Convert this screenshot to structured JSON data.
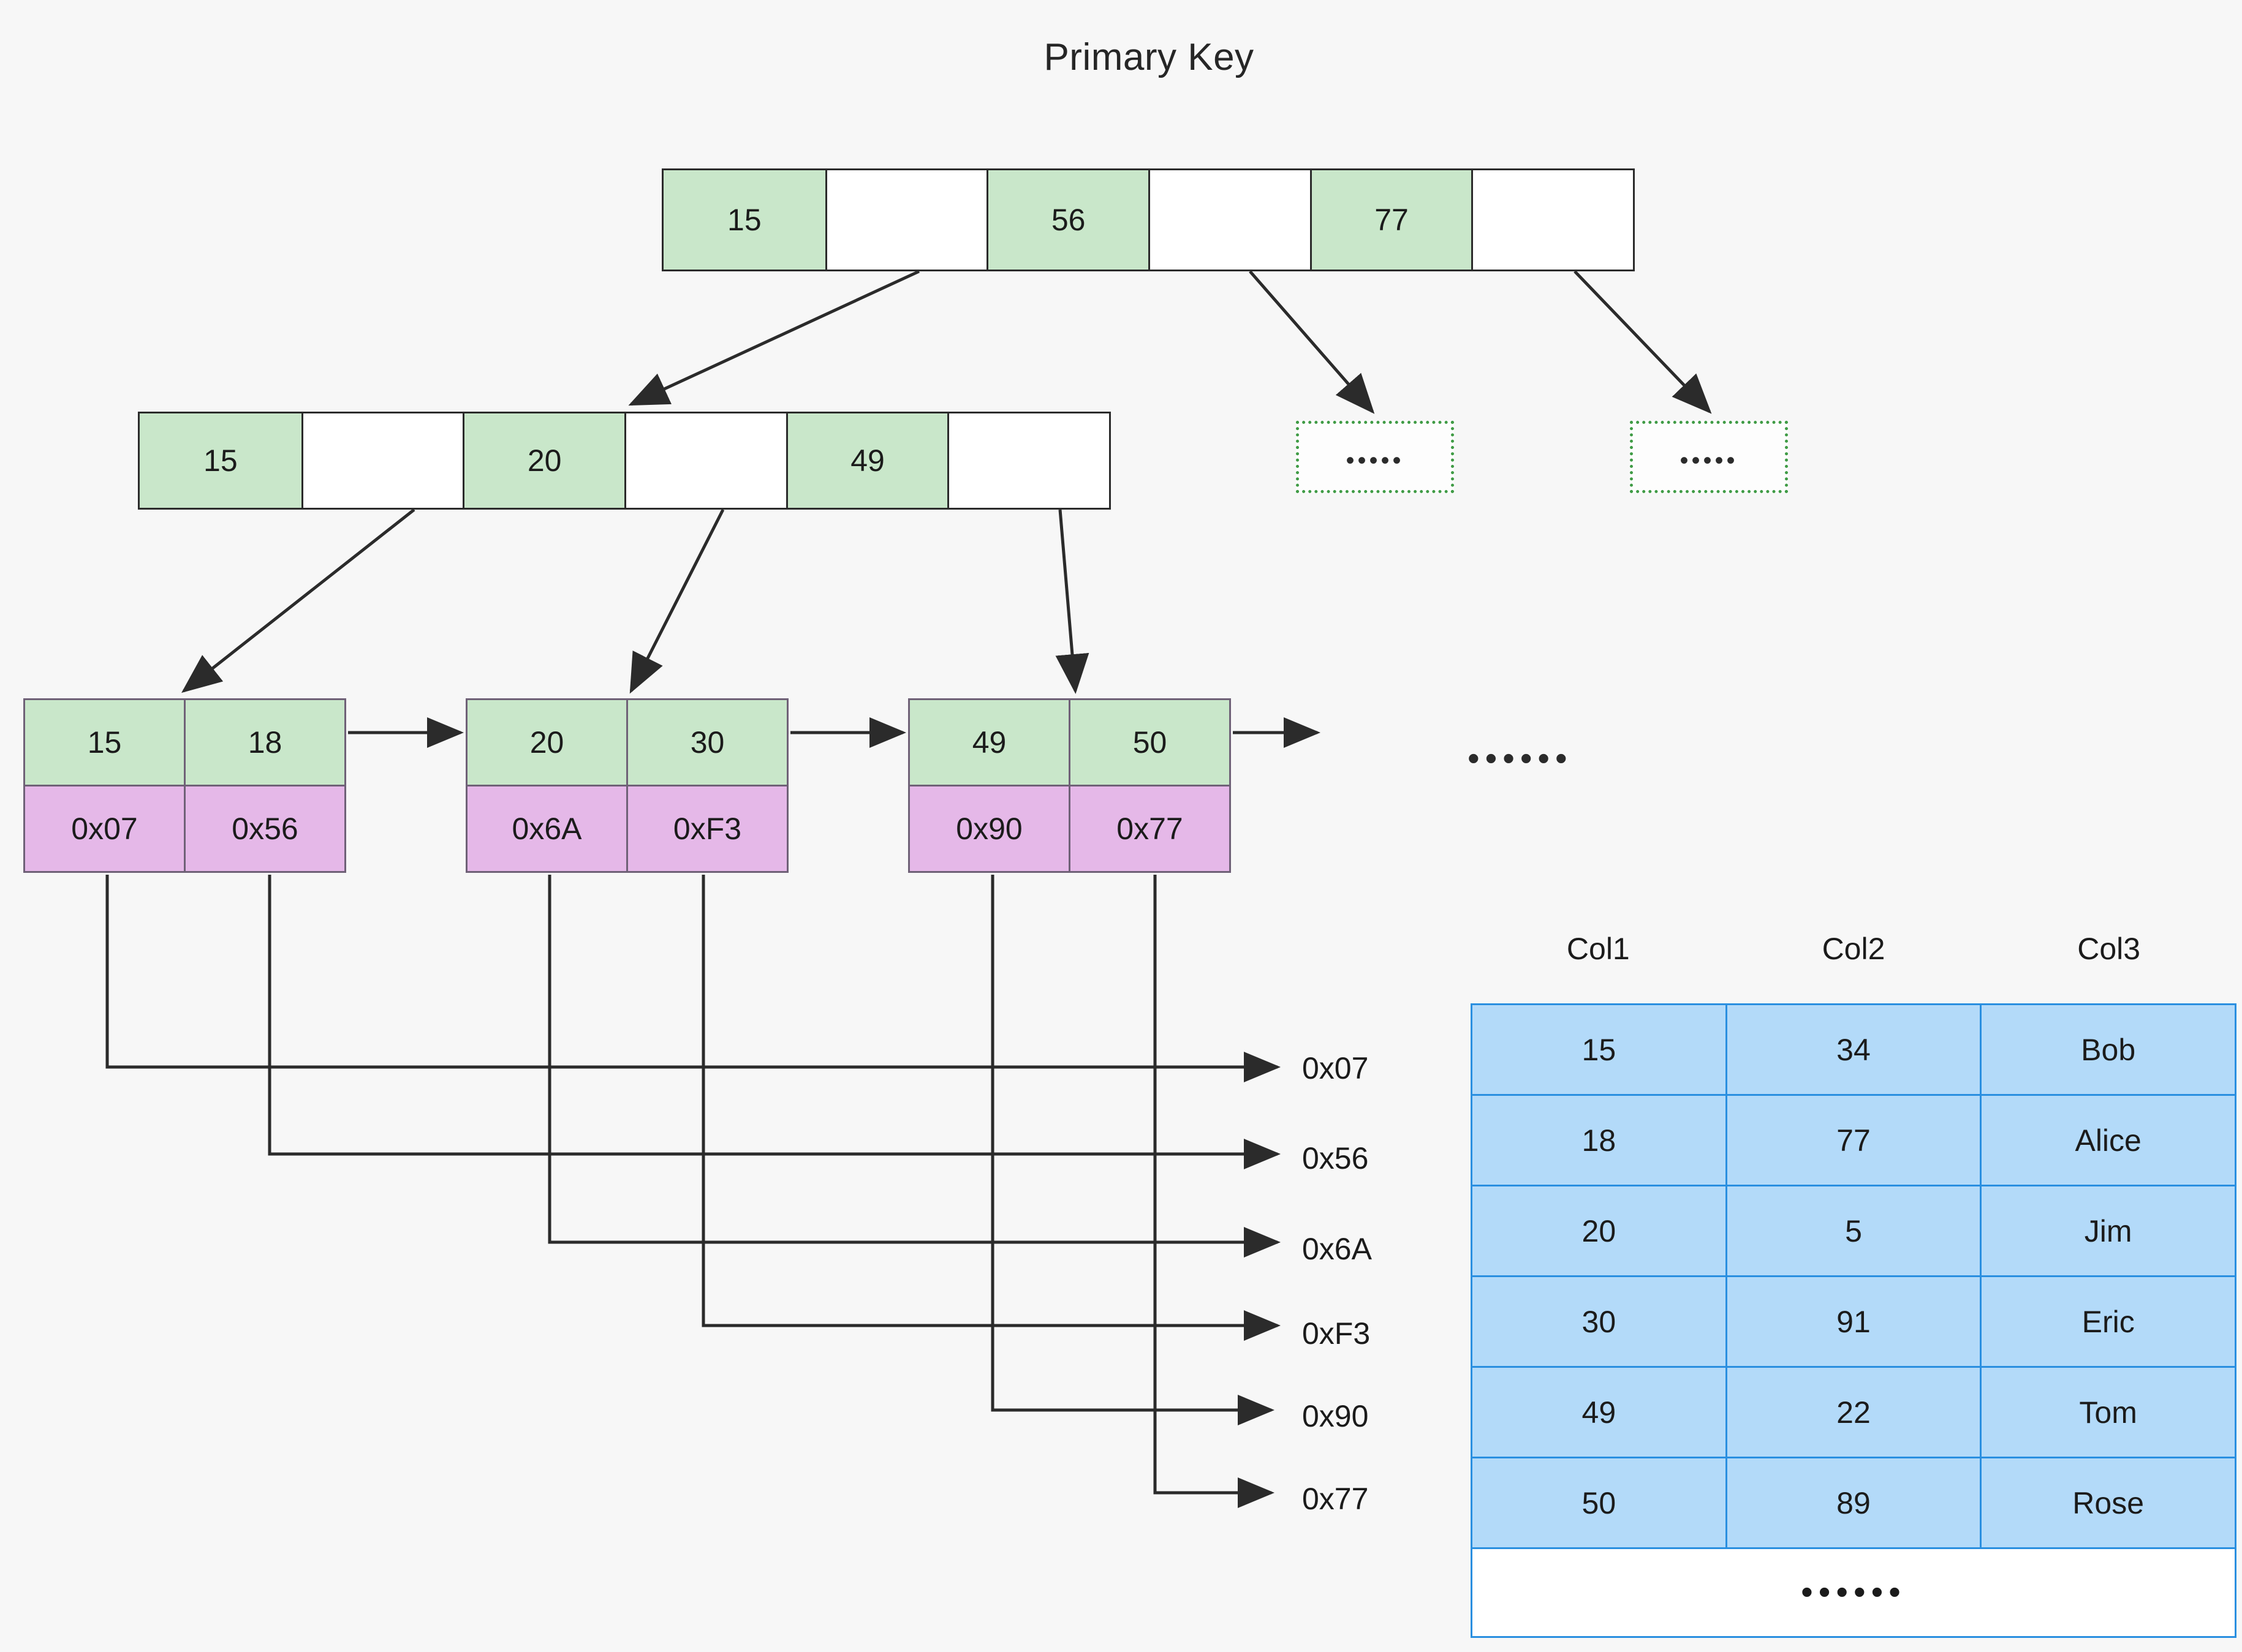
{
  "title": "Primary Key",
  "colors": {
    "background": "#f7f7f7",
    "key_cell": "#c9e7ca",
    "pointer_cell": "#e5b8e8",
    "node_border": "#2b2b2b",
    "leaf_border": "#6f6177",
    "dashed_border": "#3f9b45",
    "table_fill": "#b3daf9",
    "table_border": "#2a8fe0",
    "line": "#2b2b2b"
  },
  "tree": {
    "root": {
      "cells": [
        "15",
        "",
        "56",
        "",
        "77",
        ""
      ]
    },
    "level2": {
      "cells": [
        "15",
        "",
        "20",
        "",
        "49",
        ""
      ]
    },
    "placeholders": [
      {
        "text": "•••••"
      },
      {
        "text": "•••••"
      }
    ],
    "leaves": [
      {
        "keys": [
          "15",
          "18"
        ],
        "pointers": [
          "0x07",
          "0x56"
        ]
      },
      {
        "keys": [
          "20",
          "30"
        ],
        "pointers": [
          "0x6A",
          "0xF3"
        ]
      },
      {
        "keys": [
          "49",
          "50"
        ],
        "pointers": [
          "0x90",
          "0x77"
        ]
      }
    ],
    "leaf_ellipsis": "••••••"
  },
  "addresses": [
    "0x07",
    "0x56",
    "0x6A",
    "0xF3",
    "0x90",
    "0x77"
  ],
  "table": {
    "headers": [
      "Col1",
      "Col2",
      "Col3"
    ],
    "rows": [
      [
        "15",
        "34",
        "Bob"
      ],
      [
        "18",
        "77",
        "Alice"
      ],
      [
        "20",
        "5",
        "Jim"
      ],
      [
        "30",
        "91",
        "Eric"
      ],
      [
        "49",
        "22",
        "Tom"
      ],
      [
        "50",
        "89",
        "Rose"
      ]
    ],
    "more_label": "••••••"
  }
}
